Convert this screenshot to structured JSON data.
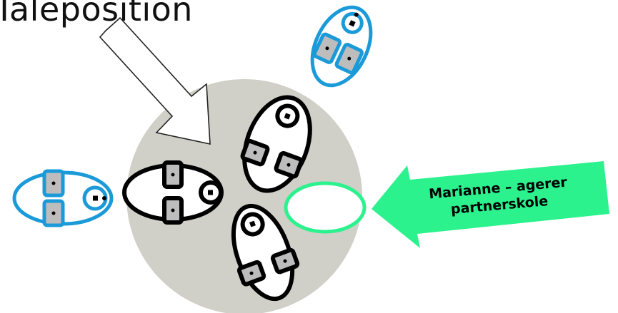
{
  "label_top": "Taleposition",
  "arrow_label_lines": [
    "Marianne – agerer",
    "partnerskole"
  ],
  "colors": {
    "circle": "#d0d0c8",
    "black_figure": "#000000",
    "blue_figure": "#1a9ad8",
    "green_accent": "#2cf28e",
    "figure_box_fill": "#bdbdbd"
  },
  "icons": [
    "seated-person-icon",
    "empty-seat-icon",
    "pointer-arrow-icon"
  ]
}
